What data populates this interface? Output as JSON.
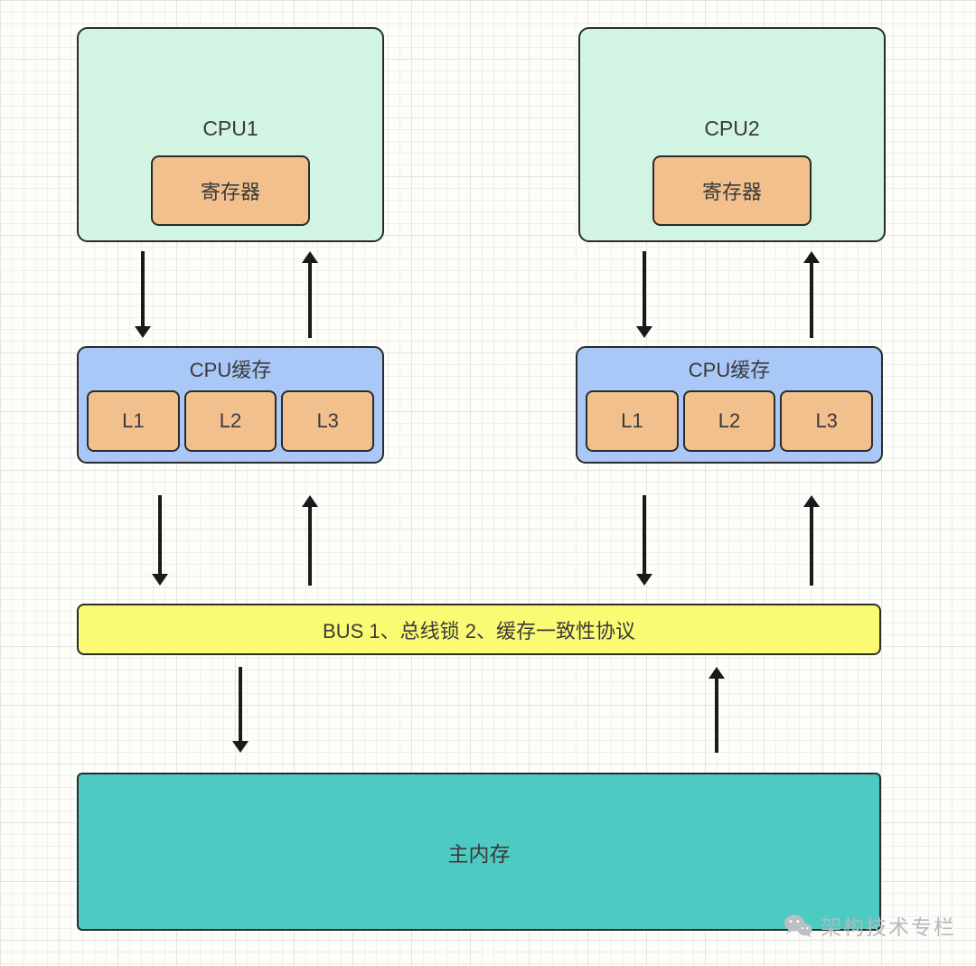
{
  "diagram": {
    "cpu1": {
      "title": "CPU1",
      "register_label": "寄存器"
    },
    "cpu2": {
      "title": "CPU2",
      "register_label": "寄存器"
    },
    "cache1": {
      "title": "CPU缓存",
      "levels": [
        "L1",
        "L2",
        "L3"
      ]
    },
    "cache2": {
      "title": "CPU缓存",
      "levels": [
        "L1",
        "L2",
        "L3"
      ]
    },
    "bus_label": "BUS 1、总线锁 2、缓存一致性协议",
    "memory_label": "主内存",
    "watermark_label": "架构技术专栏",
    "colors": {
      "cpu_fill": "#d2f5e3",
      "register_fill": "#f2c08d",
      "cache_fill": "#a9c8f7",
      "cache_level_fill": "#f2c08d",
      "bus_fill": "#fbfa73",
      "memory_fill": "#4dcac1",
      "border": "#2b2b2b",
      "arrow": "#1a1a1a",
      "watermark_gray": "#b3bac0"
    }
  }
}
